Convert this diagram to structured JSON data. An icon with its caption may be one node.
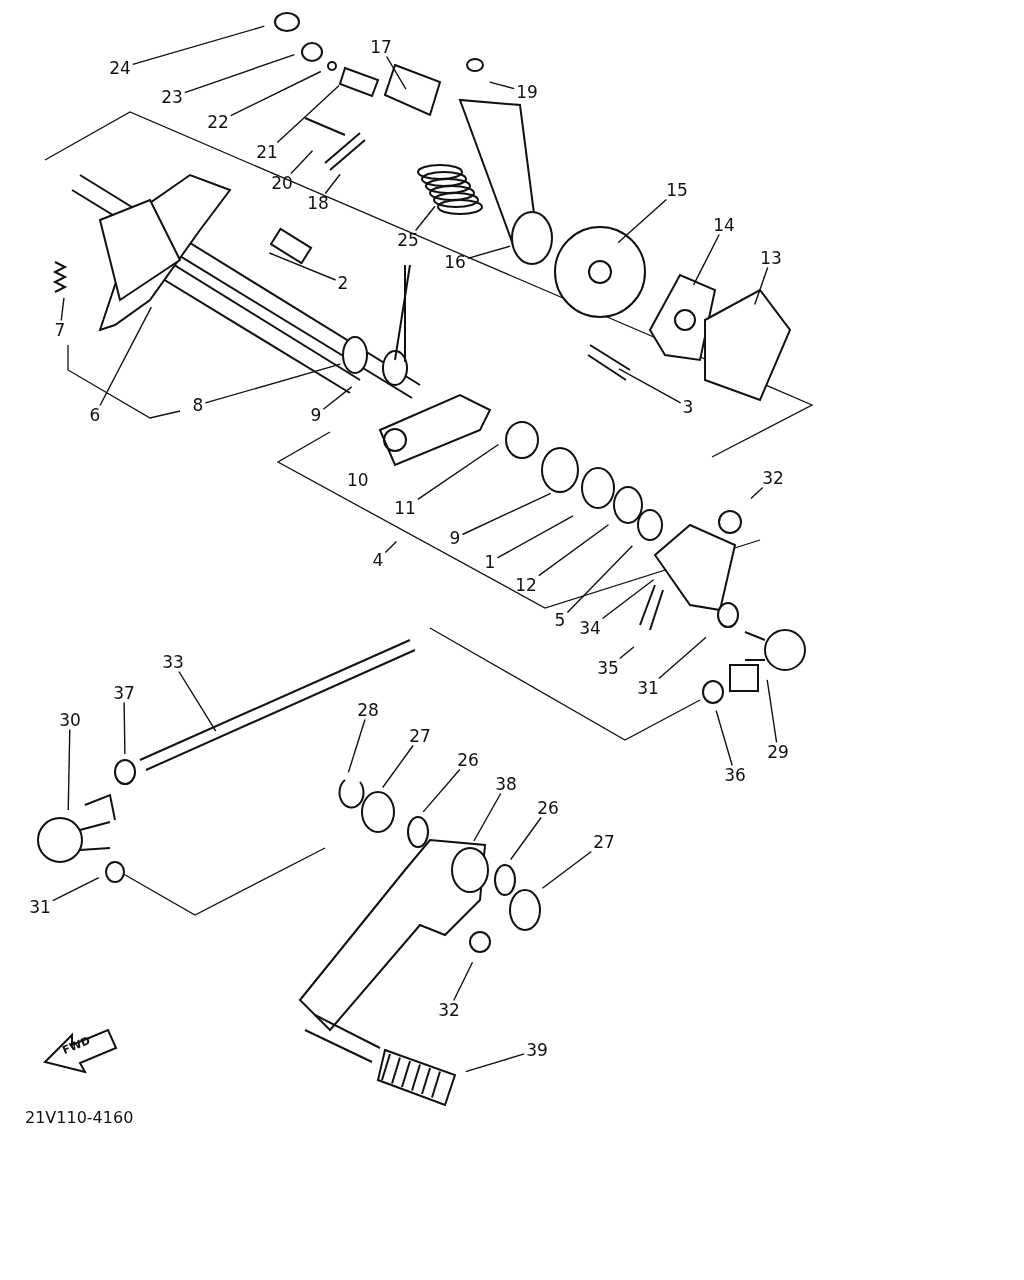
{
  "diagram": {
    "nodes": [
      {
        "text": [
          "24"
        ]
      },
      {
        "text": [
          "23"
        ]
      },
      {
        "text": [
          "22"
        ]
      },
      {
        "text": [
          "21"
        ]
      },
      {
        "text": [
          "20"
        ]
      },
      {
        "text": [
          "18"
        ]
      },
      {
        "text": [
          "17"
        ]
      },
      {
        "text": [
          "19"
        ]
      },
      {
        "text": [
          "25"
        ]
      },
      {
        "text": [
          "16"
        ]
      },
      {
        "text": [
          "15"
        ]
      },
      {
        "text": [
          "14"
        ]
      },
      {
        "text": [
          "13"
        ]
      },
      {
        "text": [
          "2"
        ]
      },
      {
        "text": [
          "7"
        ]
      },
      {
        "text": [
          "6"
        ]
      },
      {
        "text": [
          "8"
        ]
      },
      {
        "text": [
          "9"
        ]
      },
      {
        "text": [
          "3"
        ]
      },
      {
        "text": [
          "11"
        ]
      },
      {
        "text": [
          "4"
        ]
      },
      {
        "text": [
          "9"
        ]
      },
      {
        "text": [
          "1"
        ]
      },
      {
        "text": [
          "12"
        ]
      },
      {
        "text": [
          "5"
        ]
      },
      {
        "text": [
          "32"
        ]
      },
      {
        "text": [
          "34"
        ]
      },
      {
        "text": [
          "35"
        ]
      },
      {
        "text": [
          "31"
        ]
      },
      {
        "text": [
          "29"
        ]
      },
      {
        "text": [
          "36"
        ]
      },
      {
        "text": [
          "33"
        ]
      },
      {
        "text": [
          "37"
        ]
      },
      {
        "text": [
          "30"
        ]
      },
      {
        "text": [
          "28"
        ]
      },
      {
        "text": [
          "27"
        ]
      },
      {
        "text": [
          "26"
        ]
      },
      {
        "text": [
          "38"
        ]
      },
      {
        "text": [
          "26"
        ]
      },
      {
        "text": [
          "27"
        ]
      },
      {
        "text": [
          "31"
        ]
      },
      {
        "text": [
          "32"
        ]
      },
      {
        "text": [
          "39"
        ]
      }
    ],
    "edges": [
      {
        "from": 0,
        "to": null,
        "arrow": "none"
      },
      {
        "from": 1,
        "to": null,
        "arrow": "none"
      },
      {
        "from": 2,
        "to": null,
        "arrow": "none"
      },
      {
        "from": 3,
        "to": null,
        "arrow": "none"
      },
      {
        "from": 4,
        "to": null,
        "arrow": "none"
      },
      {
        "from": 5,
        "to": null,
        "arrow": "none"
      },
      {
        "from": 6,
        "to": null,
        "arrow": "none"
      },
      {
        "from": 7,
        "to": null,
        "arrow": "none"
      },
      {
        "from": 8,
        "to": null,
        "arrow": "none"
      },
      {
        "from": 9,
        "to": null,
        "arrow": "none"
      },
      {
        "from": 10,
        "to": null,
        "arrow": "none"
      },
      {
        "from": 11,
        "to": null,
        "arrow": "none"
      },
      {
        "from": 12,
        "to": null,
        "arrow": "none"
      },
      {
        "from": 13,
        "to": null,
        "arrow": "none"
      },
      {
        "from": 14,
        "to": null,
        "arrow": "none"
      },
      {
        "from": 15,
        "to": null,
        "arrow": "none"
      },
      {
        "from": 16,
        "to": null,
        "arrow": "none"
      },
      {
        "from": 17,
        "to": null,
        "arrow": "none"
      },
      {
        "from": 18,
        "to": null,
        "arrow": "none"
      },
      {
        "from": 19,
        "to": null,
        "arrow": "none"
      },
      {
        "from": 20,
        "to": null,
        "arrow": "none"
      },
      {
        "from": 21,
        "to": null,
        "arrow": "none"
      },
      {
        "from": 22,
        "to": null,
        "arrow": "none"
      },
      {
        "from": 23,
        "to": null,
        "arrow": "none"
      },
      {
        "from": 24,
        "to": null,
        "arrow": "none"
      },
      {
        "from": 25,
        "to": null,
        "arrow": "none"
      },
      {
        "from": 26,
        "to": null,
        "arrow": "none"
      },
      {
        "from": 27,
        "to": null,
        "arrow": "none"
      },
      {
        "from": 28,
        "to": null,
        "arrow": "none"
      },
      {
        "from": 29,
        "to": null,
        "arrow": "none"
      },
      {
        "from": 30,
        "to": null,
        "arrow": "none"
      },
      {
        "from": 31,
        "to": null,
        "arrow": "none"
      },
      {
        "from": 32,
        "to": null,
        "arrow": "none"
      },
      {
        "from": 33,
        "to": null,
        "arrow": "none"
      },
      {
        "from": 34,
        "to": null,
        "arrow": "none"
      },
      {
        "from": 35,
        "to": null,
        "arrow": "none"
      },
      {
        "from": 36,
        "to": null,
        "arrow": "none"
      },
      {
        "from": 37,
        "to": null,
        "arrow": "none"
      },
      {
        "from": 38,
        "to": null,
        "arrow": "none"
      },
      {
        "from": 39,
        "to": null,
        "arrow": "none"
      },
      {
        "from": 40,
        "to": null,
        "arrow": "none"
      },
      {
        "from": 41,
        "to": null,
        "arrow": "none"
      },
      {
        "from": 42,
        "to": null,
        "arrow": "none"
      }
    ],
    "labels": [
      "10",
      "FWD",
      "21V110-4160"
    ]
  }
}
